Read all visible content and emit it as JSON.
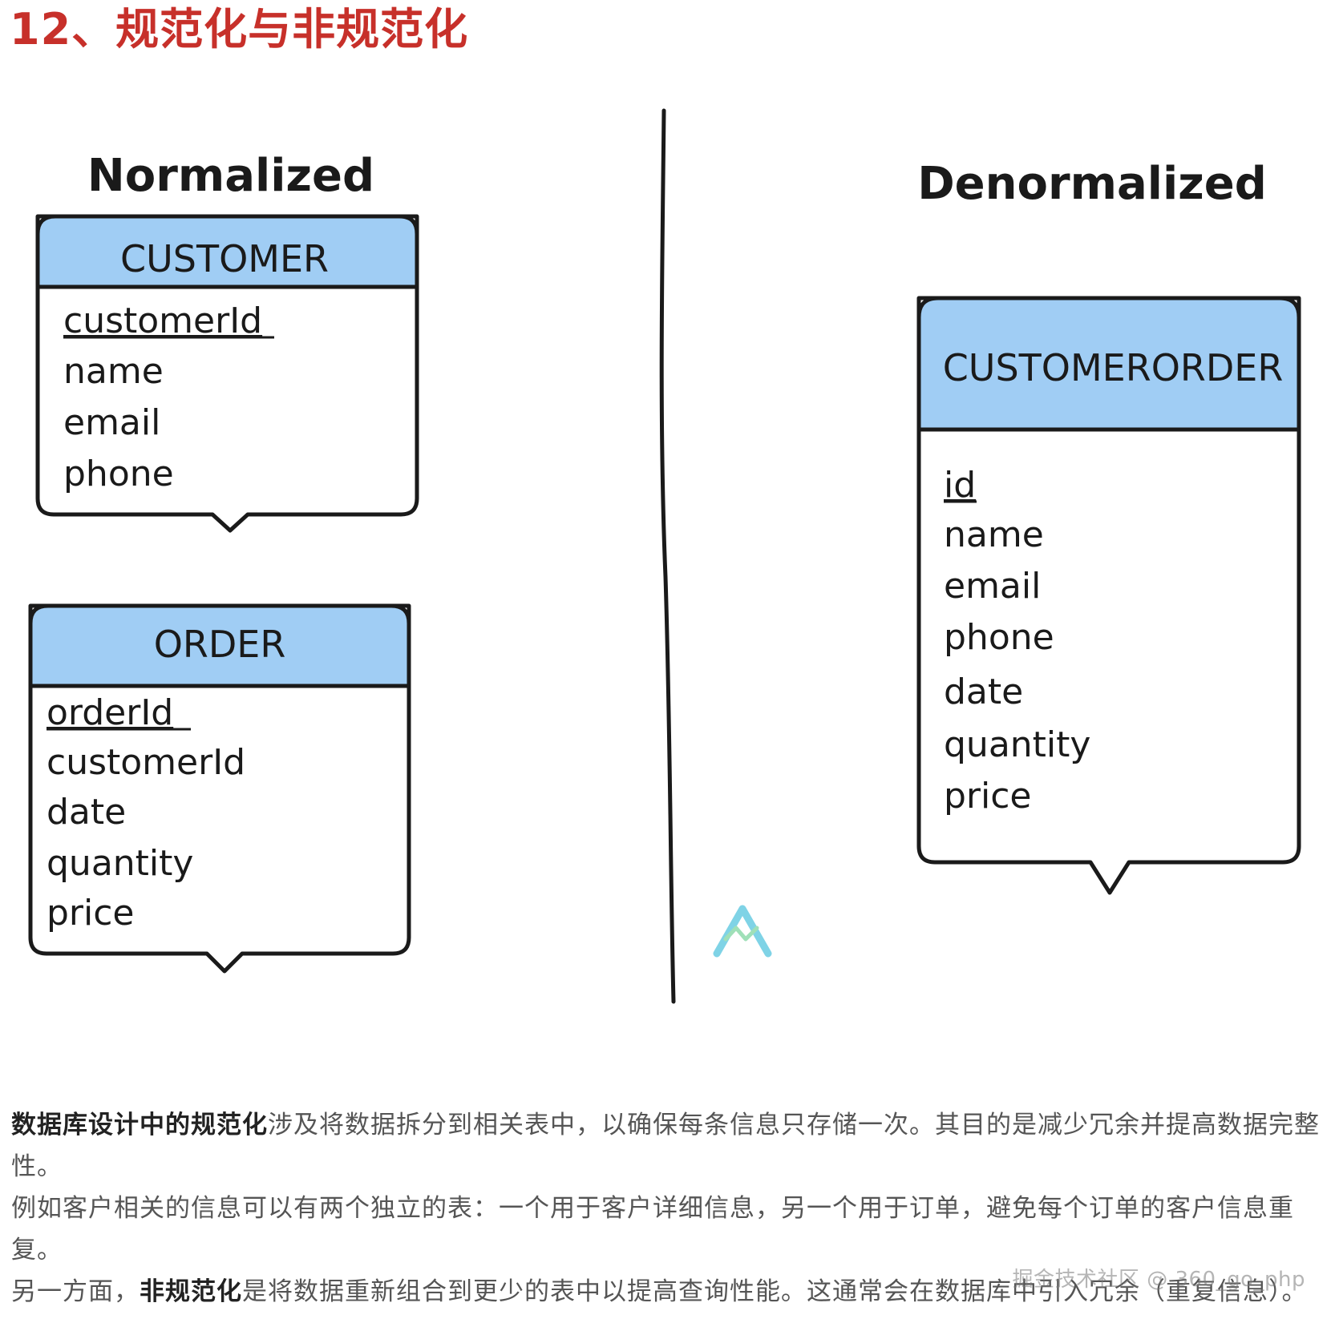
{
  "title": "12、规范化与非规范化",
  "diagram": {
    "normalized_label": "Normalized",
    "denormalized_label": "Denormalized",
    "tables": {
      "customer": {
        "name": "CUSTOMER",
        "fields": [
          "customerId",
          "name",
          "email",
          "phone"
        ],
        "key_field": "customerId"
      },
      "order": {
        "name": "ORDER",
        "fields": [
          "orderId",
          "customerId",
          "date",
          "quantity",
          "price"
        ],
        "key_field": "orderId"
      },
      "customer_order": {
        "name": "CUSTOMERORDER",
        "fields": [
          "id",
          "name",
          "email",
          "phone",
          "date",
          "quantity",
          "price"
        ],
        "key_field": "id"
      }
    },
    "colors": {
      "header_fill": "#a0cdf4",
      "border": "#1a1a1a",
      "logo": "#7fd3e6"
    }
  },
  "paragraphs": {
    "p1_strong": "数据库设计中的规范化",
    "p1_rest": "涉及将数据拆分到相关表中，以确保每条信息只存储一次。其目的是减少冗余并提高数据完整性。",
    "p2": "例如客户相关的信息可以有两个独立的表：一个用于客户详细信息，另一个用于订单，避免每个订单的客户信息重复。",
    "p3_prefix": "另一方面，",
    "p3_strong": "非规范化",
    "p3_rest": "是将数据重新组合到更少的表中以提高查询性能。这通常会在数据库中引入冗余（重复信息）。"
  },
  "watermark": "掘金技术社区 @ 360_go_php",
  "title_color": "#c7302a"
}
